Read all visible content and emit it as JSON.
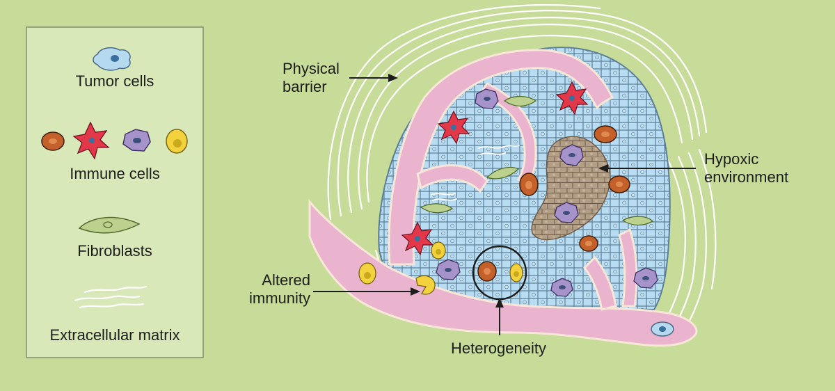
{
  "legend": {
    "tumor_cells": "Tumor cells",
    "immune_cells": "Immune cells",
    "fibroblasts": "Fibroblasts",
    "extracellular_matrix": "Extracellular matrix"
  },
  "callouts": {
    "physical_barrier_line1": "Physical",
    "physical_barrier_line2": "barrier",
    "hypoxic_line1": "Hypoxic",
    "hypoxic_line2": "environment",
    "altered_line1": "Altered",
    "altered_line2": "immunity",
    "heterogeneity": "Heterogeneity"
  },
  "colors": {
    "background": "#c6dc98",
    "legend_panel": "#d8e8b8",
    "vessel": "#eab4cf",
    "tumor_cell": "#b5daf0",
    "tumor_nucleus": "#3a6f9e",
    "hypoxic": "#b39d86",
    "macrophage": "#c4612a",
    "dendritic": "#e3384a",
    "purple_cell": "#a593c9",
    "yellow_cell": "#f2d23d",
    "fibroblast": "#bcd18e"
  },
  "icons": [
    "tumor-cell-icon",
    "macrophage-icon",
    "dendritic-cell-icon",
    "myeloid-cell-icon",
    "lymphocyte-icon",
    "fibroblast-icon",
    "extracellular-matrix-icon"
  ]
}
